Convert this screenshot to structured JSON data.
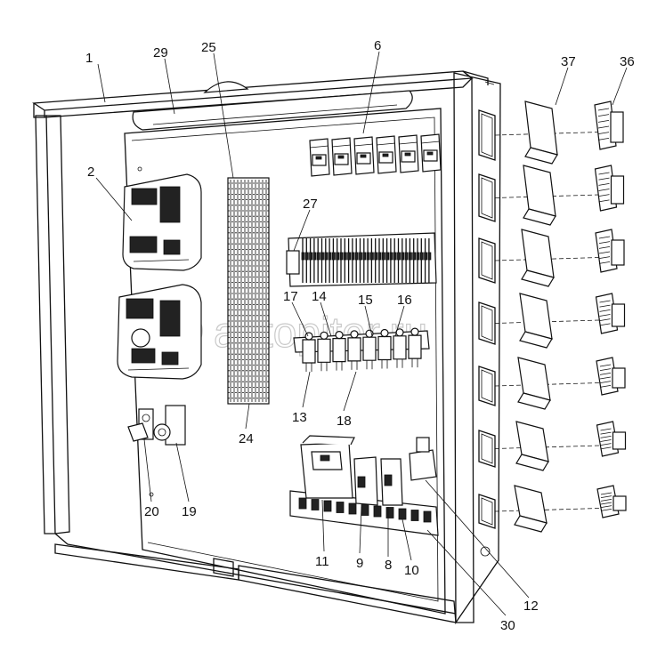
{
  "watermark": "autopiter.ru",
  "callouts": [
    {
      "id": "c1",
      "text": "1"
    },
    {
      "id": "c29",
      "text": "29"
    },
    {
      "id": "c25",
      "text": "25"
    },
    {
      "id": "c6",
      "text": "6"
    },
    {
      "id": "c37",
      "text": "37"
    },
    {
      "id": "c36",
      "text": "36"
    },
    {
      "id": "c2",
      "text": "2"
    },
    {
      "id": "c27",
      "text": "27"
    },
    {
      "id": "c17",
      "text": "17"
    },
    {
      "id": "c14",
      "text": "14"
    },
    {
      "id": "c15",
      "text": "15"
    },
    {
      "id": "c16",
      "text": "16"
    },
    {
      "id": "c13",
      "text": "13"
    },
    {
      "id": "c18",
      "text": "18"
    },
    {
      "id": "c24",
      "text": "24"
    },
    {
      "id": "c20",
      "text": "20"
    },
    {
      "id": "c19",
      "text": "19"
    },
    {
      "id": "c11",
      "text": "11"
    },
    {
      "id": "c9",
      "text": "9"
    },
    {
      "id": "c8",
      "text": "8"
    },
    {
      "id": "c10",
      "text": "10"
    },
    {
      "id": "c12",
      "text": "12"
    },
    {
      "id": "c30",
      "text": "30"
    }
  ]
}
